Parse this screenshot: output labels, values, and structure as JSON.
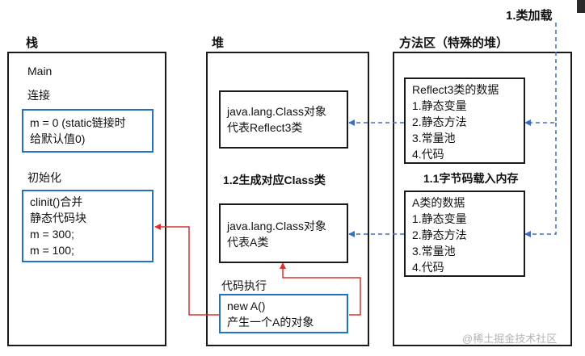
{
  "columns": {
    "stack": "栈",
    "heap": "堆",
    "method_area": "方法区（特殊的堆）"
  },
  "class_loading_label": "1.类加载",
  "stack": {
    "main": "Main",
    "link_label": "连接",
    "link_box": [
      "m = 0 (static链接时",
      "给默认值0)"
    ],
    "init_label": "初始化",
    "init_box": [
      "clinit()合并",
      "静态代码块",
      "m = 300;",
      "m = 100;"
    ]
  },
  "heap": {
    "class_obj_reflect": [
      "java.lang.Class对象",
      "代表Reflect3类"
    ],
    "gen_class_label": "1.2生成对应Class类",
    "class_obj_a": [
      "java.lang.Class对象",
      "代表A类"
    ],
    "exec_label": "代码执行",
    "new_a_box": [
      "new A()",
      "产生一个A的对象"
    ]
  },
  "method_area": {
    "reflect_data": [
      "Reflect3类的数据",
      "1.静态变量",
      "2.静态方法",
      "3.常量池",
      "4.代码"
    ],
    "bytecode_label": "1.1字节码载入内存",
    "a_data": [
      "A类的数据",
      "1.静态变量",
      "2.静态方法",
      "3.常量池",
      "4.代码"
    ]
  },
  "watermark": "@稀土掘金技术社区",
  "colors": {
    "blue": "#1e74c2",
    "red": "#d93030",
    "dash": "#3a6fbf"
  }
}
